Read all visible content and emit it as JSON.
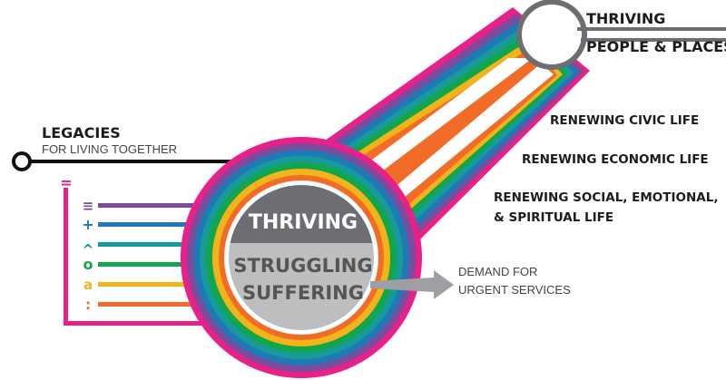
{
  "colors": {
    "magenta": "#e7208a",
    "purple": "#7b4b9c",
    "blue": "#1f79b5",
    "teal": "#179b9a",
    "green": "#12a54a",
    "yellow": "#f2b31b",
    "orange": "#f16d27",
    "black": "#111111",
    "gray_dark": "#6d6e71",
    "gray_light": "#bcbec0",
    "gray_arrow": "#9d9fa2"
  },
  "top_right": {
    "line1": "THRIVING",
    "line2": "PEOPLE & PLACES"
  },
  "legacies": {
    "title": "LEGACIES",
    "subtitle": "FOR LIVING TOGETHER"
  },
  "center": {
    "top_label": "THRIVING",
    "bottom_line1": "STRUGGLING",
    "bottom_line2": "SUFFERING"
  },
  "renewing": {
    "civic": "RENEWING  CIVIC LIFE",
    "economic": "RENEWING  ECONOMIC LIFE",
    "social_line1": "RENEWING  SOCIAL, EMOTIONAL,",
    "social_line2": "& SPIRITUAL LIFE"
  },
  "demand": {
    "line1": "DEMAND FOR",
    "line2": "URGENT SERVICES"
  },
  "left_icons": [
    {
      "name": "equals-icon",
      "glyph": "="
    },
    {
      "name": "bars-icon",
      "glyph": "≡"
    },
    {
      "name": "plus-icon",
      "glyph": "+"
    },
    {
      "name": "caret-icon",
      "glyph": "^"
    },
    {
      "name": "circle-icon",
      "glyph": "o"
    },
    {
      "name": "a-icon",
      "glyph": "a"
    },
    {
      "name": "colon-icon",
      "glyph": ":"
    }
  ]
}
